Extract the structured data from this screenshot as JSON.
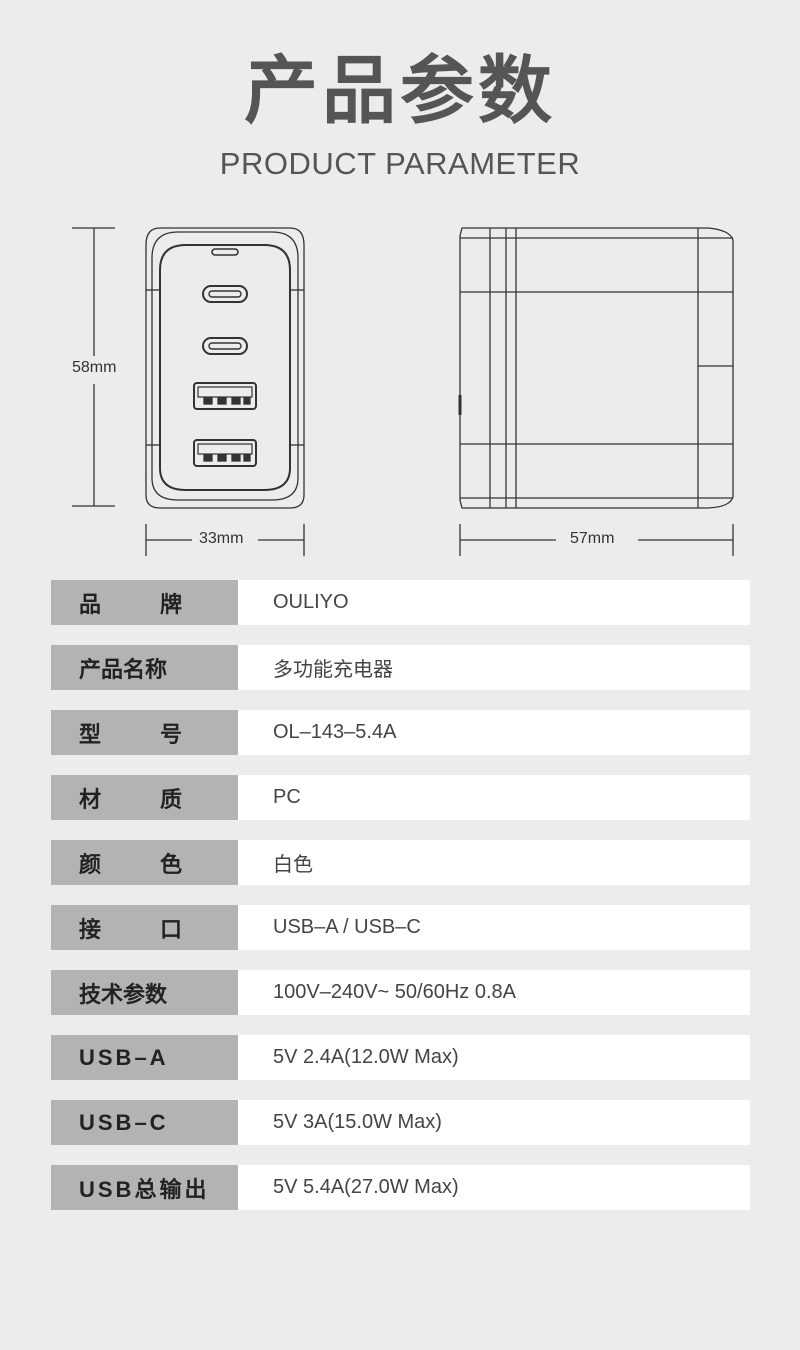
{
  "header": {
    "title_cn": "产品参数",
    "title_en": "PRODUCT PARAMETER"
  },
  "dimensions": {
    "height": "58mm",
    "width": "33mm",
    "depth": "57mm"
  },
  "params": [
    {
      "label_chars": [
        "品",
        "牌"
      ],
      "value": "OULIYO"
    },
    {
      "label": "产品名称",
      "value": "多功能充电器"
    },
    {
      "label_chars": [
        "型",
        "号"
      ],
      "value": "OL–143–5.4A"
    },
    {
      "label_chars": [
        "材",
        "质"
      ],
      "value": "PC"
    },
    {
      "label_chars": [
        "颜",
        "色"
      ],
      "value": "白色"
    },
    {
      "label_chars": [
        "接",
        "口"
      ],
      "value": "USB–A / USB–C"
    },
    {
      "label": "技术参数",
      "value": "100V–240V~ 50/60Hz 0.8A"
    },
    {
      "label": "USB–A",
      "value": "5V 2.4A(12.0W Max)"
    },
    {
      "label": "USB–C",
      "value": "5V 3A(15.0W Max)"
    },
    {
      "label": "USB总输出",
      "value": "5V 5.4A(27.0W Max)"
    }
  ]
}
